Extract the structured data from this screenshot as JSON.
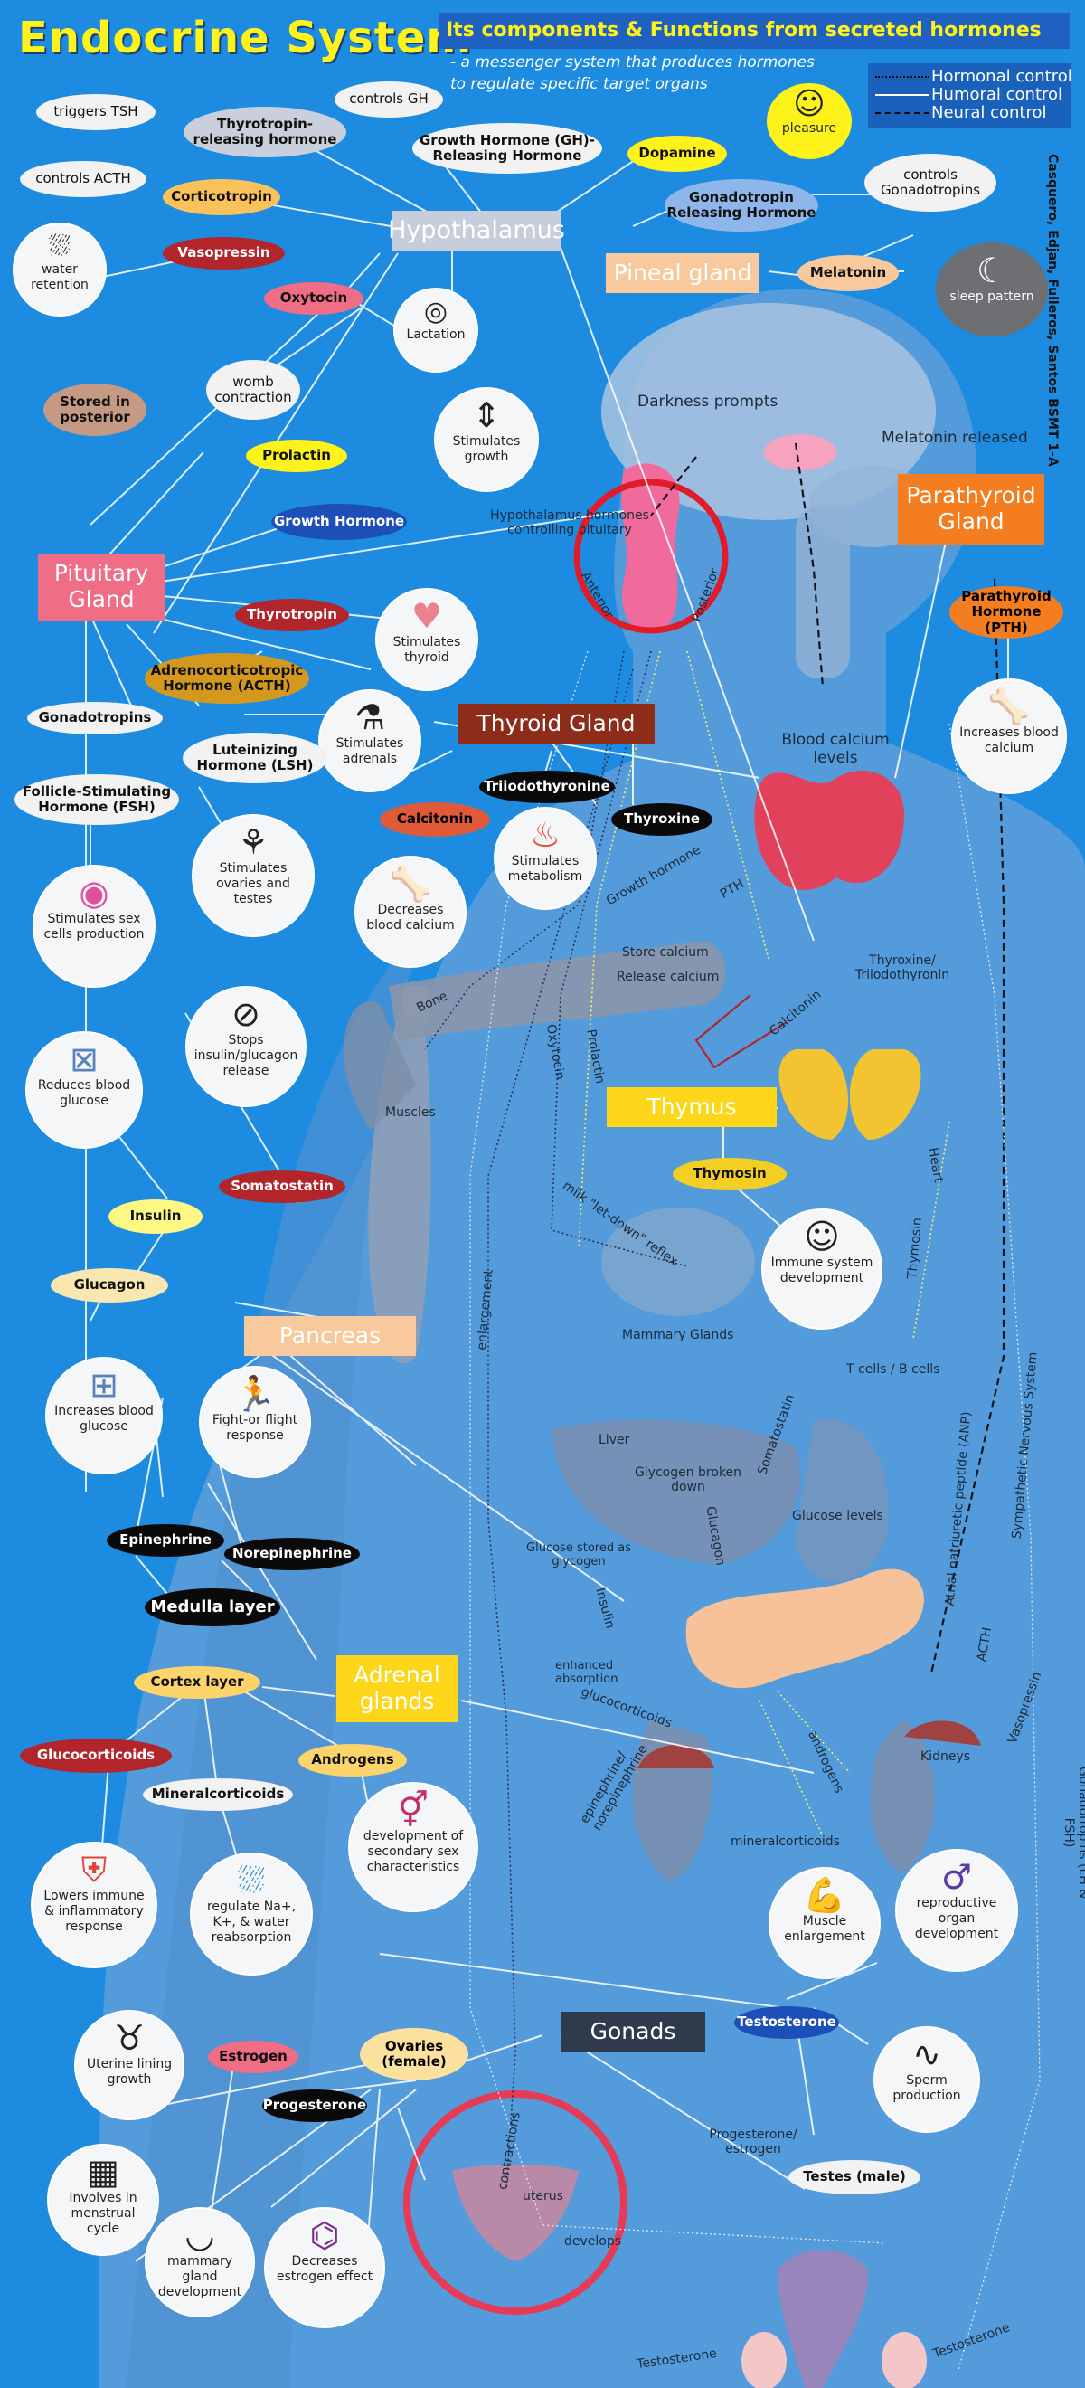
{
  "header": {
    "title": "Endocrine System",
    "subtitle": "Its components & Functions from secreted hormones",
    "tagline": "- a messenger system that produces hormones to regulate specific target organs",
    "authors": "Casquero, Edjan, Fulleros, Santos BSMT 1-A"
  },
  "legend": {
    "hormonal": "Hormonal control",
    "humoral": "Humoral control",
    "neural": "Neural control"
  },
  "colors": {
    "background": "#1d8ce0",
    "title": "#fdf21a",
    "accent_orange": "#f47d20",
    "hormone_red": "#b2262b",
    "hormone_yellow": "#fdf21a"
  },
  "hypothalamus": {
    "title": "Hypothalamus",
    "triggers_tsh": "triggers TSH",
    "trh": "Thyrotropin-releasing hormone",
    "controls_gh": "controls GH",
    "ghrh": "Growth Hormone (GH)-Releasing Hormone",
    "controls_acth": "controls ACTH",
    "corticotropin": "Corticotropin",
    "vasopressin": "Vasopressin",
    "oxytocin": "Oxytocin",
    "dopamine": "Dopamine",
    "gnrh": "Gonadotropin Releasing Hormone",
    "controls_gonadotropins": "controls Gonadotropins",
    "pleasure": "pleasure",
    "water_retention": "water retention",
    "lactation": "Lactation",
    "womb_contraction": "womb contraction",
    "stored_in_posterior": "Stored in posterior"
  },
  "pineal": {
    "title": "Pineal gland",
    "melatonin": "Melatonin",
    "sleep_pattern": "sleep pattern"
  },
  "pituitary": {
    "title": "Pituitary Gland",
    "prolactin": "Prolactin",
    "growth_hormone": "Growth Hormone",
    "thyrotropin": "Thyrotropin",
    "acth": "Adrenocorticotropic Hormone (ACTH)",
    "gonadotropins": "Gonadotropins",
    "lh": "Luteinizing Hormone (LSH)",
    "fsh": "Follicle-Stimulating Hormone (FSH)",
    "stimulates_growth": "Stimulates growth",
    "stimulates_thyroid": "Stimulates thyroid",
    "stimulates_adrenals": "Stimulates adrenals",
    "stimulates_ovaries": "Stimulates ovaries and testes",
    "stimulates_sex_cells": "Stimulates sex cells production"
  },
  "parathyroid": {
    "title": "Parathyroid Gland",
    "pth": "Parathyroid Hormone (PTH)",
    "increases_calcium": "Increases blood calcium"
  },
  "thyroid": {
    "title": "Thyroid Gland",
    "triiodothyronine": "Triiodothyronine",
    "calcitonin": "Calcitonin",
    "thyroxine": "Thyroxine",
    "decreases_calcium": "Decreases blood calcium",
    "stimulates_metabolism": "Stimulates metabolism"
  },
  "thymus": {
    "title": "Thymus",
    "thymosin": "Thymosin",
    "immune": "Immune system development"
  },
  "pancreas": {
    "title": "Pancreas",
    "stops_insulin": "Stops insulin/glucagon release",
    "somatostatin": "Somatostatin",
    "reduces_glucose": "Reduces blood glucose",
    "insulin": "Insulin",
    "glucagon": "Glucagon",
    "increases_glucose": "Increases blood glucose"
  },
  "adrenal": {
    "title": "Adrenal glands",
    "fight": "Fight-or flight response",
    "epinephrine": "Epinephrine",
    "norepinephrine": "Norepinephrine",
    "medulla": "Medulla layer",
    "cortex": "Cortex layer",
    "glucocorticoids": "Glucocorticoids",
    "mineralcorticoids": "Mineralcorticoids",
    "androgens": "Androgens",
    "lowers_immune": "Lowers immune & inflammatory response",
    "regulate_na": "regulate Na+, K+, & water reabsorption",
    "secondary_sex": "development of secondary sex characteristics"
  },
  "gonads": {
    "title": "Gonads",
    "ovaries": "Ovaries (female)",
    "testes": "Testes (male)",
    "estrogen": "Estrogen",
    "progesterone": "Progesterone",
    "testosterone": "Testosterone",
    "uterine": "Uterine lining growth",
    "menstrual": "Involves in menstrual cycle",
    "mammary_dev": "mammary gland development",
    "decreases_estrogen": "Decreases estrogen effect",
    "muscle": "Muscle enlargement",
    "repro": "reproductive organ development",
    "sperm": "Sperm production"
  },
  "diagram": {
    "darkness": "Darkness prompts",
    "melatonin_released": "Melatonin released",
    "hypo_controlling": "Hypothalamus hormones controlling pituitary",
    "anterior": "Anterior",
    "posterior": "Posterior",
    "blood_calcium": "Blood calcium levels",
    "growth_hormone": "Growth hormone",
    "pth": "PTH",
    "bone": "Bone",
    "store_calcium": "Store calcium",
    "release_calcium": "Release calcium",
    "thyroxine_tri": "Thyroxine/ Triiodothyronin",
    "calcitonin": "Calcitonin",
    "oxytocin": "Oxytocin",
    "prolactin": "Prolactin",
    "muscles": "Muscles",
    "milk": "milk \"let-down\" reflex",
    "mammary": "Mammary Glands",
    "heart": "Heart",
    "thymosin": "Thymosin",
    "tcells": "T cells / B cells",
    "enlargement": "enlargement",
    "liver": "Liver",
    "glycogen_broken": "Glycogen broken down",
    "somatostatin": "Somatostatin",
    "glucagon": "Glucagon",
    "glucose_levels": "Glucose levels",
    "glucose_stored": "Glucose stored as glycogen",
    "insulin": "Insulin",
    "enhanced": "enhanced absorption",
    "glucocorticoids": "glucocorticoids",
    "epi_norepi": "epinephrine/ norepinephrine",
    "androgens": "androgens",
    "mineralcorticoids": "mineralcorticoids",
    "anp": "Atrial natriuretic peptide (ANP)",
    "sympathetic": "Sympathetic Nervous System",
    "acth": "ACTH",
    "vasopressin": "Vasopressin",
    "kidneys": "Kidneys",
    "gonadotropins": "Gonadotropins (LH & FSH)",
    "contractions": "contractions",
    "uterus": "uterus",
    "develops": "develops",
    "prog_estrogen": "Progesterone/ estrogen",
    "testosterone": "Testosterone"
  }
}
